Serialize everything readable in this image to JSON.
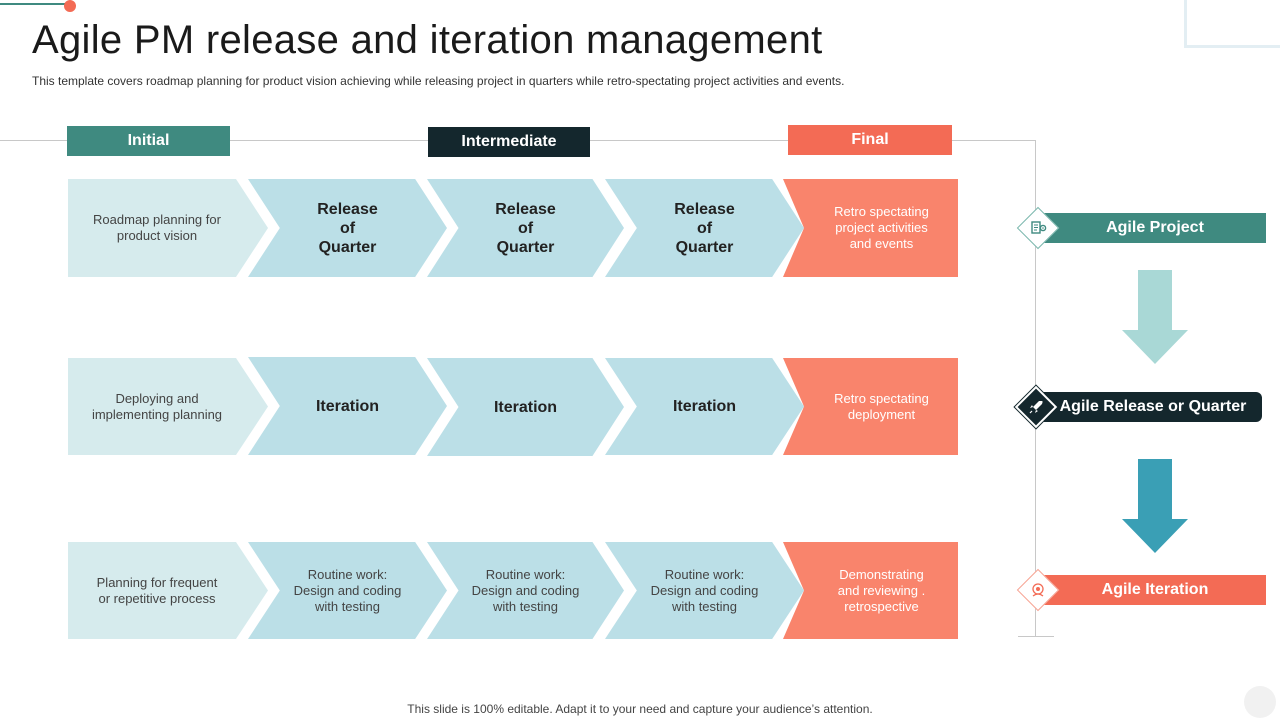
{
  "title": "Agile PM release and iteration management",
  "subtitle": "This template covers roadmap planning for product vision achieving while releasing project in quarters while retro-spectating project activities and events.",
  "phases": [
    "Initial",
    "Intermediate",
    "Final"
  ],
  "rows": [
    {
      "first": "Roadmap planning for product vision",
      "middle": [
        "Release of Quarter",
        "Release of Quarter",
        "Release of Quarter"
      ],
      "final": "Retro spectating project activities and events"
    },
    {
      "first": "Deploying and implementing planning",
      "middle": [
        "Iteration",
        "Iteration",
        "Iteration"
      ],
      "final": "Retro spectating deployment"
    },
    {
      "first": "Planning for frequent or repetitive process",
      "middle": [
        "Routine work: Design and coding with testing",
        "Routine work: Design and coding with testing",
        "Routine work: Design and coding with testing"
      ],
      "final": "Demonstrating and reviewing . retrospective"
    }
  ],
  "legend": [
    {
      "label": "Agile Project",
      "icon": "document-gear-icon"
    },
    {
      "label": "Agile Release or Quarter",
      "icon": "rocket-icon"
    },
    {
      "label": "Agile Iteration",
      "icon": "target-person-icon"
    }
  ],
  "footer": "This slide is 100% editable. Adapt it to your need and capture your audience’s attention.",
  "colors": {
    "teal": "#3f8a80",
    "dark": "#14272d",
    "coral": "#f36b55",
    "light_first": "#d6ebed",
    "light_mid": "#bbdfe7",
    "final_fill": "#f9846c",
    "arrow_light": "#a9d8d6",
    "arrow_dark": "#3a9fb5"
  }
}
